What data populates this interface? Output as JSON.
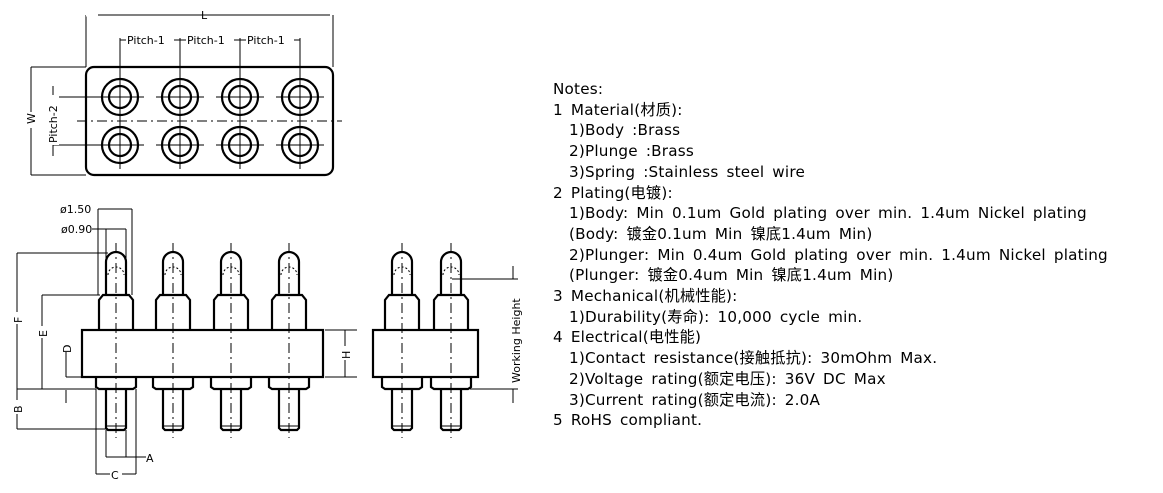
{
  "drawing": {
    "labels": {
      "L": "L",
      "pitch1": "Pitch-1",
      "pitch2": "Pitch-2",
      "W": "W",
      "d150": "ø1.50",
      "d090": "ø0.90",
      "F": "F",
      "E": "E",
      "D": "D",
      "B": "B",
      "A": "A",
      "C": "C",
      "H": "H",
      "working_height": "Working Height"
    },
    "pin_count_per_row": 4,
    "rows": 2
  },
  "notes": [
    {
      "text": "Notes:",
      "indent": false
    },
    {
      "text": "1 Material(材质):",
      "indent": false
    },
    {
      "text": "1)Body :Brass",
      "indent": true
    },
    {
      "text": "2)Plunge :Brass",
      "indent": true
    },
    {
      "text": "3)Spring :Stainless steel wire",
      "indent": true
    },
    {
      "text": "2 Plating(电镀):",
      "indent": false
    },
    {
      "text": "1)Body: Min 0.1um Gold plating over min. 1.4um Nickel plating",
      "indent": true
    },
    {
      "text": "(Body: 镀金0.1um Min 镍底1.4um Min)",
      "indent": true
    },
    {
      "text": "2)Plunger: Min 0.4um Gold plating over min. 1.4um Nickel plating",
      "indent": true
    },
    {
      "text": "(Plunger: 镀金0.4um Min 镍底1.4um Min)",
      "indent": true
    },
    {
      "text": "3 Mechanical(机械性能):",
      "indent": false
    },
    {
      "text": "1)Durability(寿命): 10,000 cycle min.",
      "indent": true
    },
    {
      "text": "4 Electrical(电性能)",
      "indent": false
    },
    {
      "text": "1)Contact resistance(接触抵抗): 30mOhm Max.",
      "indent": true
    },
    {
      "text": "2)Voltage rating(额定电压): 36V DC Max",
      "indent": true
    },
    {
      "text": "3)Current rating(额定电流): 2.0A",
      "indent": true
    },
    {
      "text": "5 RoHS compliant.",
      "indent": false
    }
  ]
}
